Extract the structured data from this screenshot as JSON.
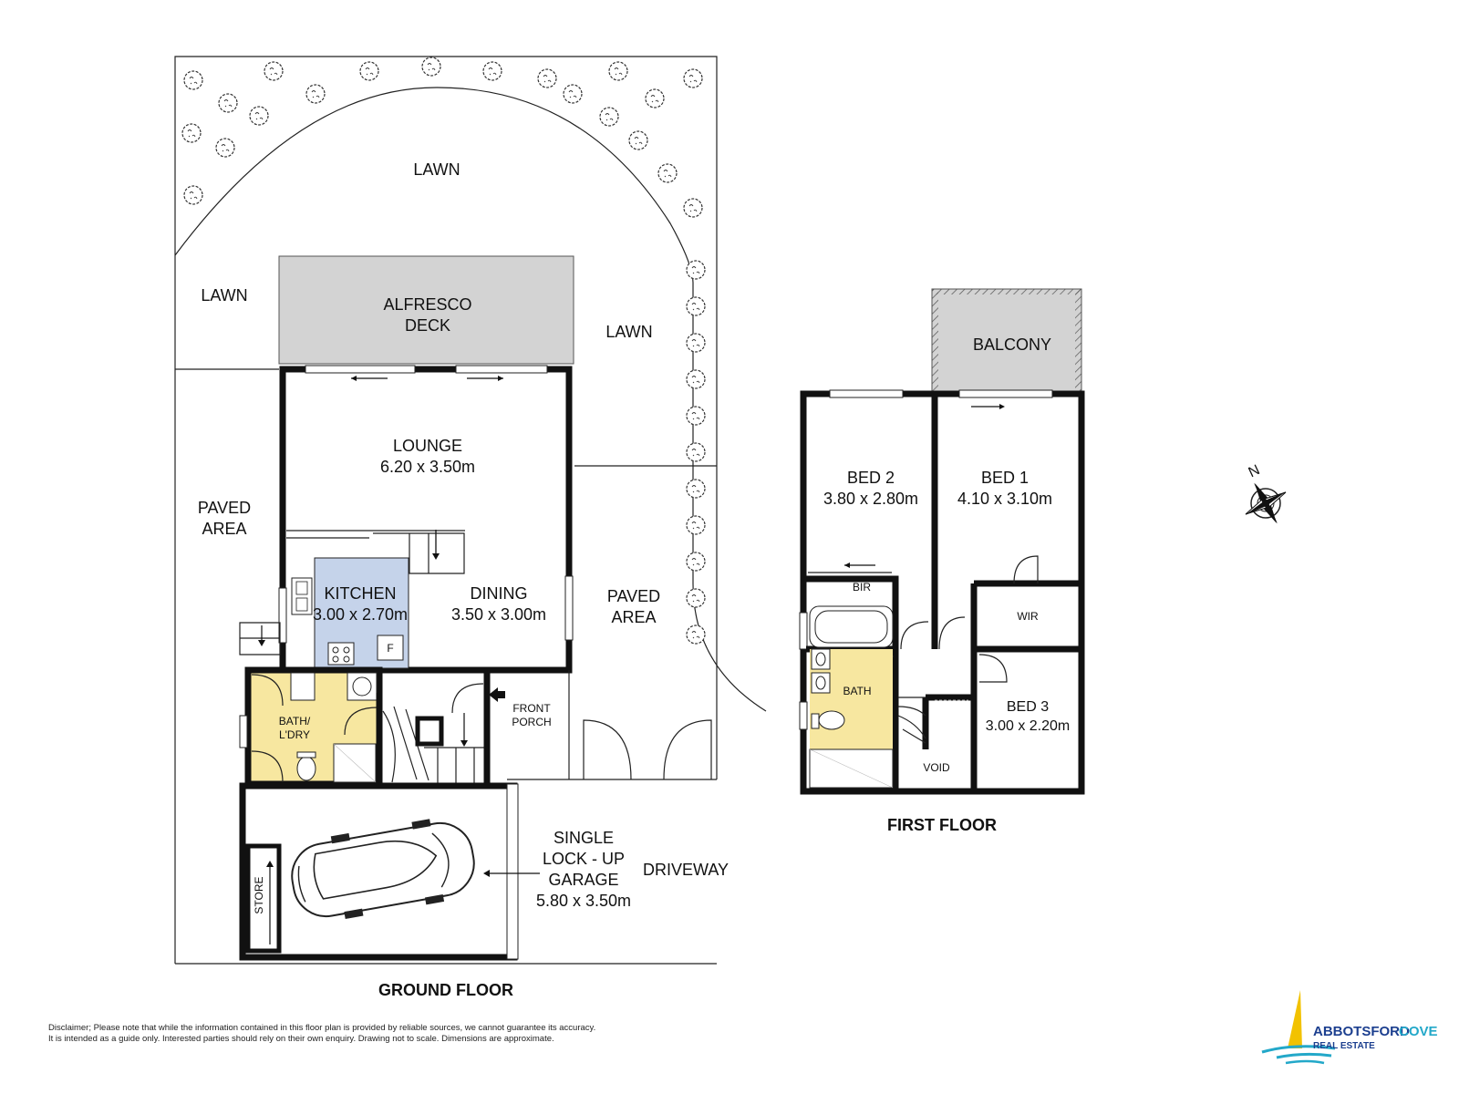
{
  "ground_floor": {
    "title": "GROUND FLOOR",
    "lawn_top": "LAWN",
    "lawn_left": "LAWN",
    "lawn_right": "LAWN",
    "alfresco_line1": "ALFRESCO",
    "alfresco_line2": "DECK",
    "lounge_name": "LOUNGE",
    "lounge_dim": "6.20 x 3.50m",
    "paved_left_line1": "PAVED",
    "paved_left_line2": "AREA",
    "paved_right_line1": "PAVED",
    "paved_right_line2": "AREA",
    "kitchen_name": "KITCHEN",
    "kitchen_dim": "3.00 x 2.70m",
    "fridge": "F",
    "dining_name": "DINING",
    "dining_dim": "3.50 x 3.00m",
    "bath_line1": "BATH/",
    "bath_line2": "L'DRY",
    "front_line1": "FRONT",
    "front_line2": "PORCH",
    "garage_line1": "SINGLE",
    "garage_line2": "LOCK - UP",
    "garage_line3": "GARAGE",
    "garage_dim": "5.80 x 3.50m",
    "driveway": "DRIVEWAY",
    "store": "STORE"
  },
  "first_floor": {
    "title": "FIRST FLOOR",
    "balcony": "BALCONY",
    "bed2_name": "BED 2",
    "bed2_dim": "3.80 x 2.80m",
    "bed1_name": "BED 1",
    "bed1_dim": "4.10 x 3.10m",
    "bir": "BIR",
    "wir": "WIR",
    "bath": "BATH",
    "bed3_name": "BED 3",
    "bed3_dim": "3.00 x 2.20m",
    "void": "VOID"
  },
  "compass": {
    "letter": "N"
  },
  "disclaimer": {
    "line1": "Disclaimer; Please note that while the information contained in this floor plan is provided by reliable sources, we cannot guarantee its accuracy.",
    "line2": "It is intended as a guide only. Interested parties should rely on their own enquiry. Drawing not to scale.  Dimensions are approximate."
  },
  "logo": {
    "line1": "ABBOTSFORD",
    "line1b": "COVE",
    "line2": "REAL ESTATE"
  },
  "colors": {
    "kitchen": "#c5d3ea",
    "bath": "#f7e7a0",
    "deck": "#d3d3d3",
    "logo_blue": "#1c3f8f",
    "logo_teal": "#23a8c9",
    "logo_yellow": "#f2c200"
  }
}
